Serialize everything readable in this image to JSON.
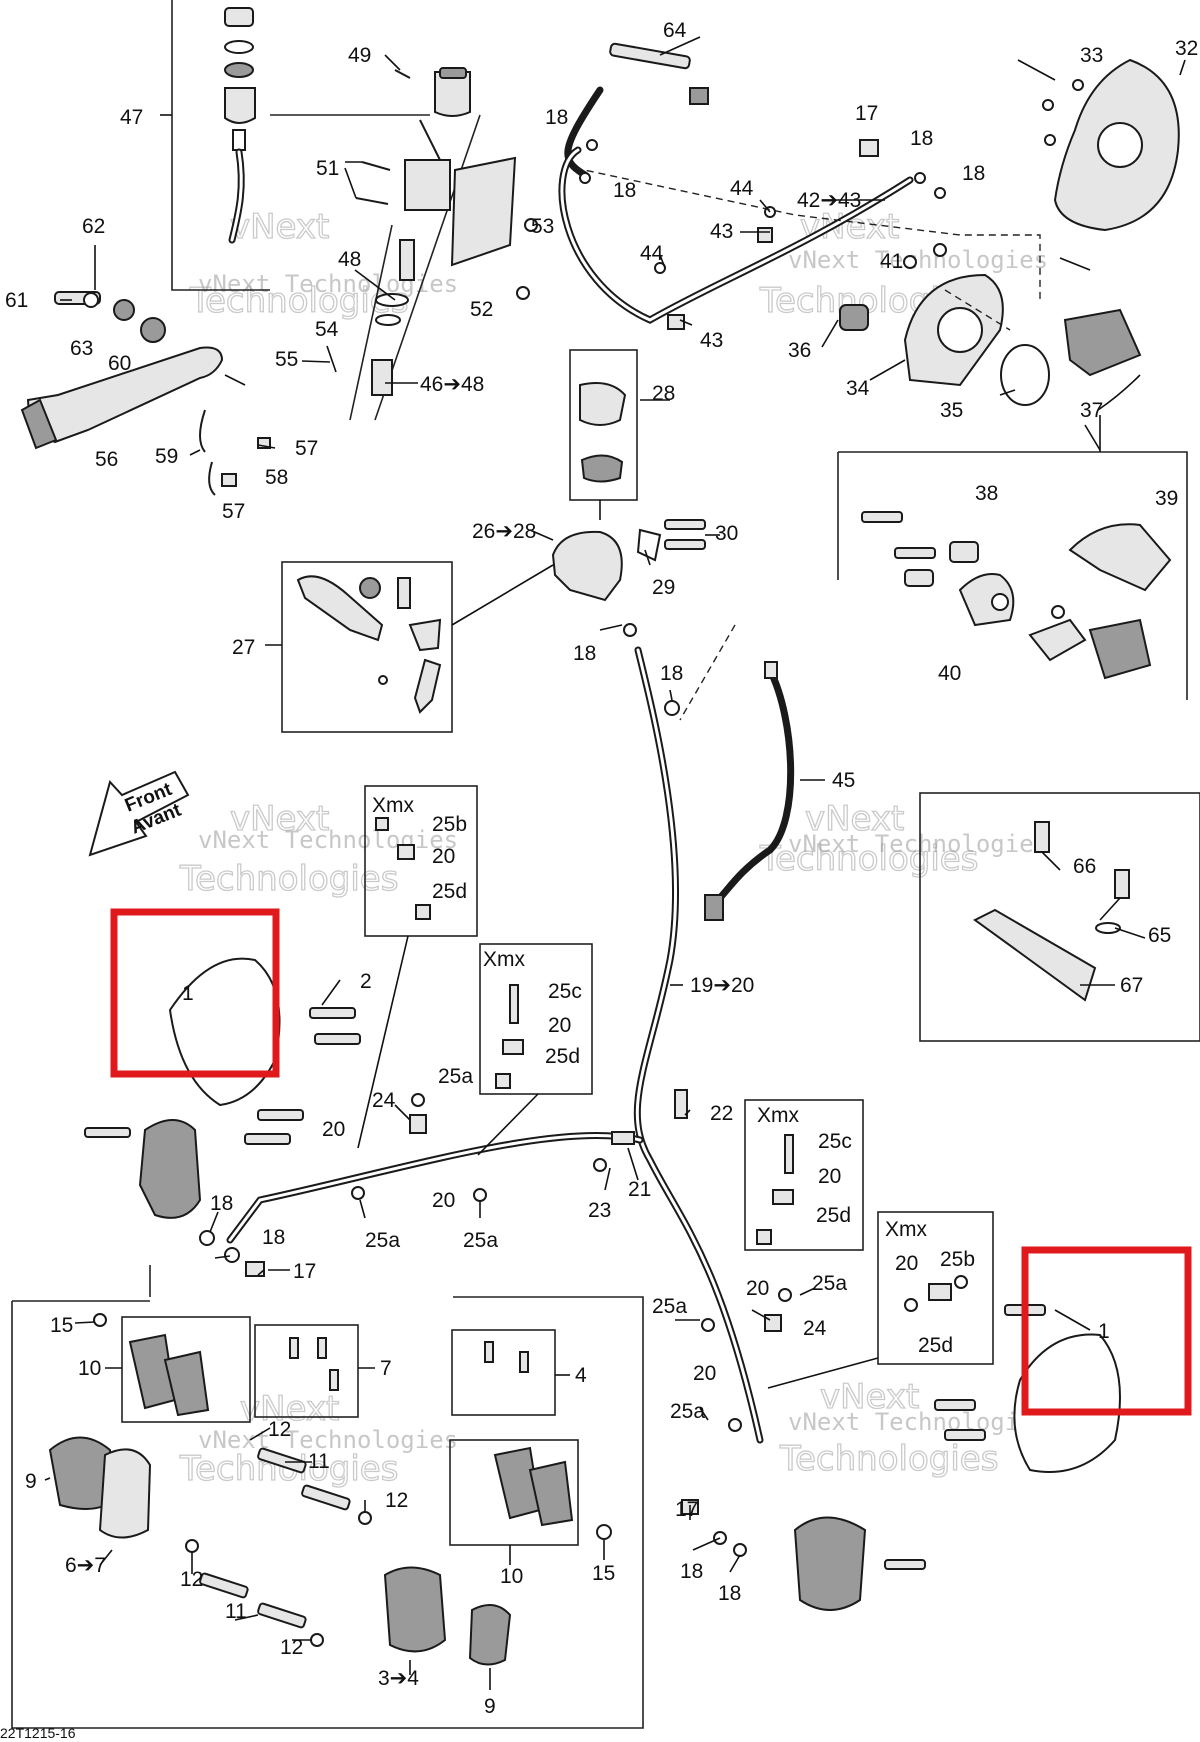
{
  "diagram": {
    "drawing_code": "22T1215-16",
    "front_arrow": {
      "line1": "Front",
      "line2": "Avant"
    },
    "watermark": {
      "line1": "vNext",
      "line2": "Technologies",
      "small": "vNext Technologies"
    },
    "xmx_label": "Xmx",
    "callouts": {
      "c1": "1",
      "c2": "2",
      "c3_4": "3➔4",
      "c4": "4",
      "c6_7": "6➔7",
      "c7": "7",
      "c9": "9",
      "c10": "10",
      "c11": "11",
      "c12": "12",
      "c15": "15",
      "c17": "17",
      "c18": "18",
      "c19_20": "19➔20",
      "c20": "20",
      "c21": "21",
      "c22": "22",
      "c23": "23",
      "c24": "24",
      "c25a": "25a",
      "c25b": "25b",
      "c25c": "25c",
      "c25d": "25d",
      "c26_28": "26➔28",
      "c27": "27",
      "c28": "28",
      "c29": "29",
      "c30": "30",
      "c32": "32",
      "c33": "33",
      "c34": "34",
      "c35": "35",
      "c36": "36",
      "c37": "37",
      "c38": "38",
      "c39": "39",
      "c40": "40",
      "c41": "41",
      "c42_43": "42➔43",
      "c43": "43",
      "c44": "44",
      "c45": "45",
      "c46_48": "46➔48",
      "c47": "47",
      "c48": "48",
      "c49": "49",
      "c51": "51",
      "c52": "52",
      "c53": "53",
      "c54": "54",
      "c55": "55",
      "c56": "56",
      "c57": "57",
      "c58": "58",
      "c59": "59",
      "c60": "60",
      "c61": "61",
      "c62": "62",
      "c63": "63",
      "c64": "64",
      "c65": "65",
      "c66": "66",
      "c67": "67"
    },
    "highlight_color": "#e0191c"
  }
}
